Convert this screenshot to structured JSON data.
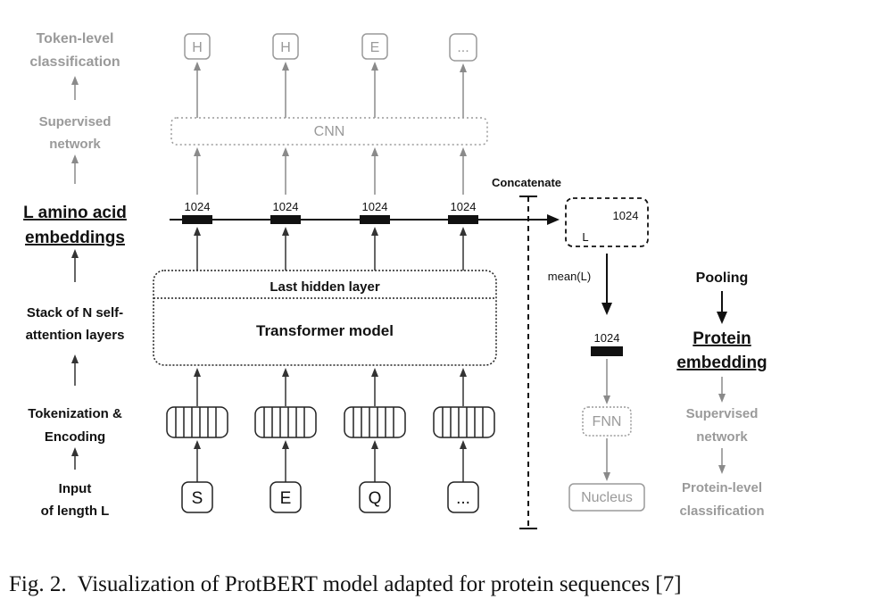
{
  "left_labels": {
    "token_level_1": "Token-level",
    "token_level_2": "classification",
    "supervised_1": "Supervised",
    "supervised_2": "network",
    "embeddings_1": "L amino acid",
    "embeddings_2": "embeddings",
    "stack_1": "Stack of N self-",
    "stack_2": "attention layers",
    "tokenization_1": "Tokenization &",
    "tokenization_2": "Encoding",
    "input_1": "Input",
    "input_2": "of length L"
  },
  "outputs": [
    "H",
    "H",
    "E",
    "..."
  ],
  "inputs": [
    "S",
    "E",
    "Q",
    "..."
  ],
  "cnn_label": "CNN",
  "dim": "1024",
  "concatenate": "Concatenate",
  "matrix_dim": "1024",
  "matrix_rows": "L",
  "mean": "mean(L)",
  "pooled_dim": "1024",
  "fnn": "FNN",
  "nucleus": "Nucleus",
  "last_hidden": "Last hidden layer",
  "transformer": "Transformer model",
  "right_labels": {
    "pooling": "Pooling",
    "protein_1": "Protein",
    "protein_2": "embedding",
    "supervised_1": "Supervised",
    "supervised_2": "network",
    "protein_level_1": "Protein-level",
    "protein_level_2": "classification"
  },
  "caption": "Fig. 2.  Visualization of ProtBERT model adapted for protein sequences [7]"
}
